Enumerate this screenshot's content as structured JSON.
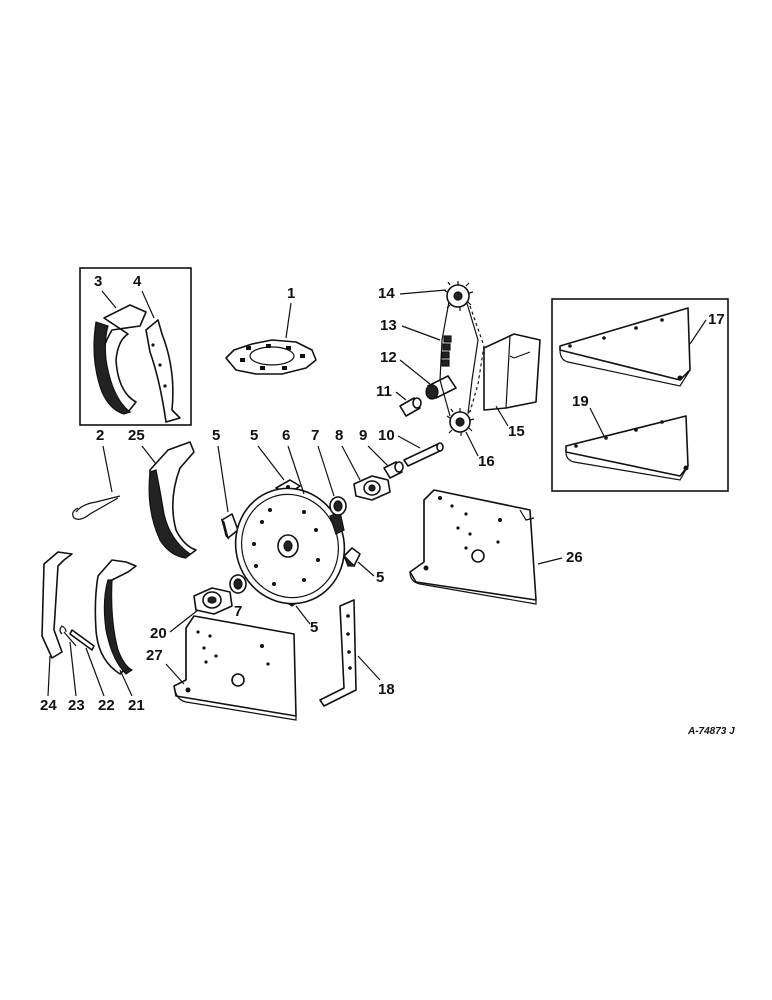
{
  "callouts": {
    "c1": "1",
    "c2": "2",
    "c3": "3",
    "c4": "4",
    "c5a": "5",
    "c5b": "5",
    "c5c": "5",
    "c5d": "5",
    "c6": "6",
    "c7a": "7",
    "c7b": "7",
    "c8": "8",
    "c9": "9",
    "c10": "10",
    "c11": "11",
    "c12": "12",
    "c13": "13",
    "c14": "14",
    "c15": "15",
    "c16": "16",
    "c17": "17",
    "c18": "18",
    "c19": "19",
    "c20": "20",
    "c21": "21",
    "c22": "22",
    "c23": "23",
    "c24": "24",
    "c25": "25",
    "c26": "26",
    "c27": "27"
  },
  "reference_code": "A-74873 J",
  "colors": {
    "line": "#111111",
    "background": "#ffffff"
  }
}
